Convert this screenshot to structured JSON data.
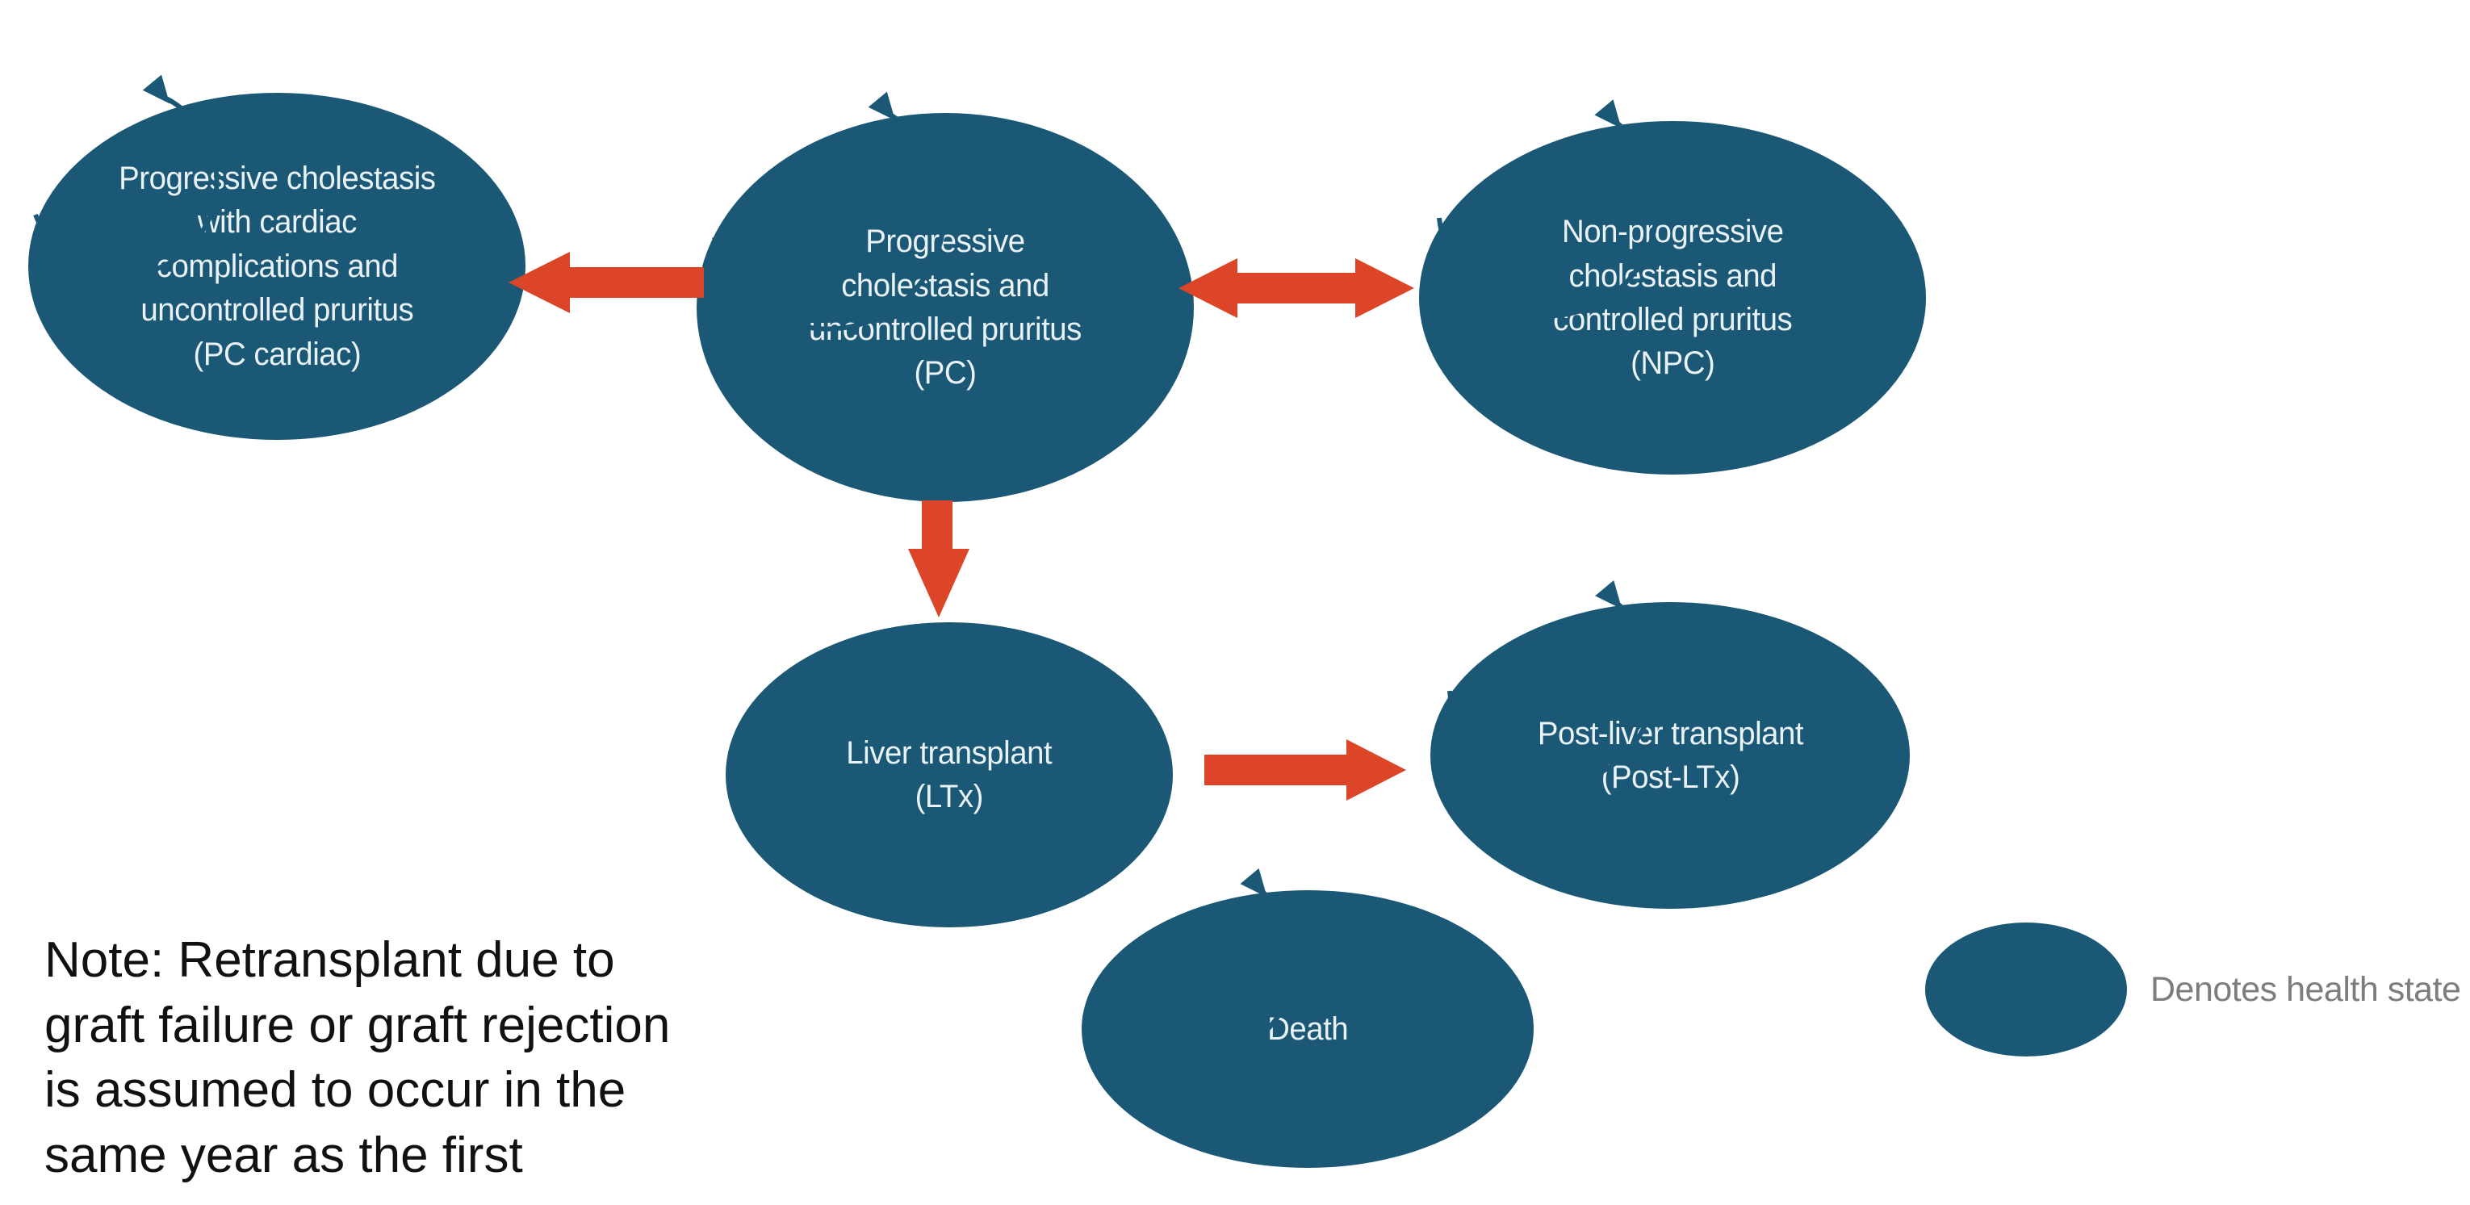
{
  "page": {
    "title": "Health state transition model"
  },
  "diagram": {
    "states": {
      "pc_cardiac": {
        "label": "Progressive cholestasis\nwith cardiac\ncomplications and\nuncontrolled pruritus\n(PC cardiac)",
        "abbr": "PC cardiac"
      },
      "pc": {
        "label": "Progressive\ncholestasis and\nuncontrolled pruritus\n(PC)",
        "abbr": "PC"
      },
      "npc": {
        "label": "Non-progressive\ncholestasis and\ncontrolled pruritus\n(NPC)",
        "abbr": "NPC"
      },
      "ltx": {
        "label": "Liver transplant\n(LTx)",
        "abbr": "LTx"
      },
      "post_ltx": {
        "label": "Post-liver transplant\n(Post-LTx)",
        "abbr": "Post-LTx"
      },
      "death": {
        "label": "Death",
        "abbr": "Death"
      }
    },
    "transitions": [
      {
        "from": "PC",
        "to": "PC cardiac",
        "bidirectional": false
      },
      {
        "from": "PC",
        "to": "NPC",
        "bidirectional": true
      },
      {
        "from": "PC",
        "to": "LTx",
        "bidirectional": false
      },
      {
        "from": "LTx",
        "to": "Post-LTx",
        "bidirectional": false
      }
    ],
    "self_loops": [
      "PC cardiac",
      "PC",
      "NPC",
      "Post-LTx",
      "Death"
    ],
    "note": {
      "text": "Note: Retransplant due to\ngraft failure or graft rejection\nis assumed to occur in the\nsame year as the first"
    },
    "legend": {
      "label": "Denotes health state"
    },
    "colors": {
      "state_fill": "#1B5876",
      "state_text": "#E9F2F6",
      "arrow": "#DC4527",
      "loop_stroke": "#1B5876",
      "note_text": "#111111",
      "legend_text": "#7D7D7D",
      "background": "#FFFFFF"
    }
  }
}
